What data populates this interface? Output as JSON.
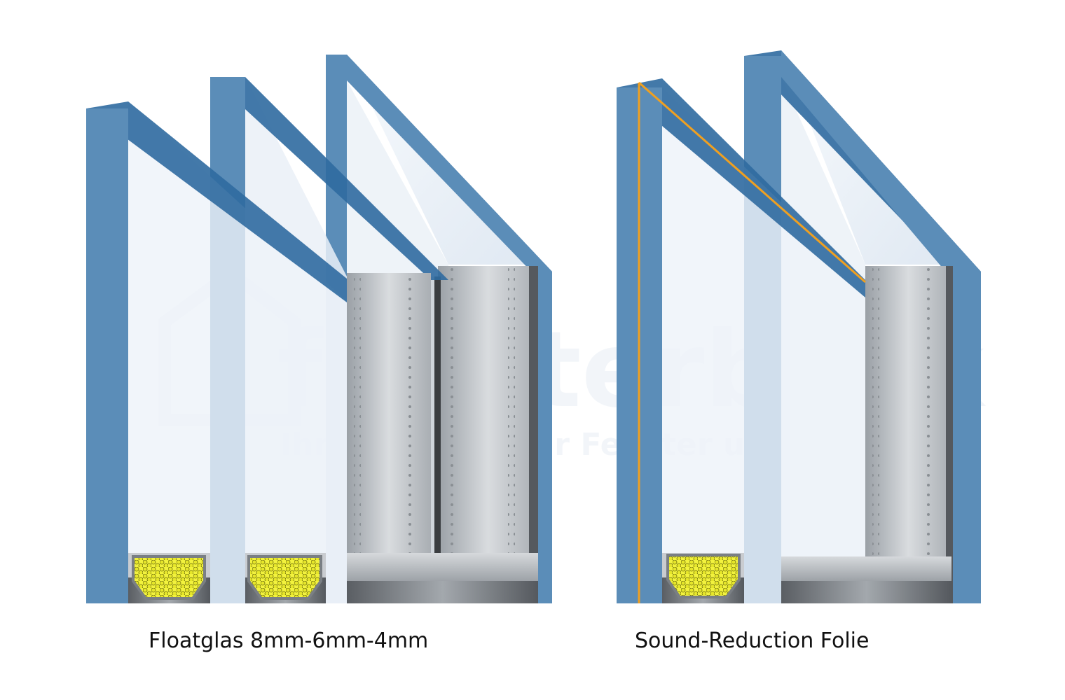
{
  "captions": {
    "left": "Floatglas 8mm-6mm-4mm",
    "right": "Sound-Reduction Folie"
  },
  "watermark": {
    "brand": "fensterblick",
    "tagline": "Ihr Spezialist für Fenster und Türen"
  },
  "colors": {
    "glass_edge": "#5b8db8",
    "glass_edge_dark": "#2f6aa0",
    "glass_pane": "#eef3f9",
    "spacer": "#c3c6ca",
    "desiccant": "#e8e83a",
    "foil": "#f0a020"
  },
  "left_unit": {
    "panes": 3,
    "spacers": 2
  },
  "right_unit": {
    "panes": 2,
    "spacers": 1,
    "laminated": true
  }
}
